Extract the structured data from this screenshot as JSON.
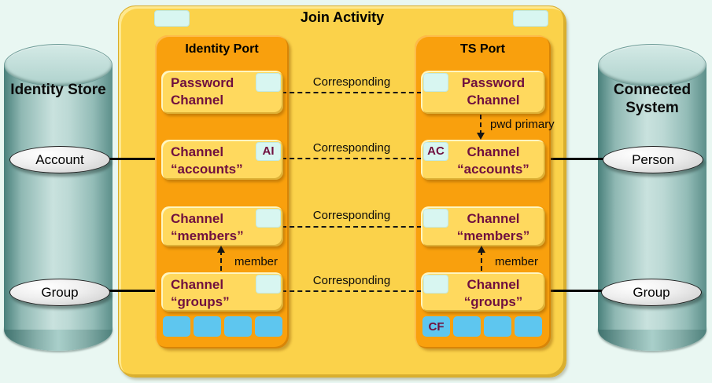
{
  "colors": {
    "background": "#E9F7F2",
    "container_yellow": "#FBD24A",
    "port_orange": "#F9A00D",
    "channel_box_yellow": "#FFD95E",
    "channel_text_maroon": "#70103F",
    "tag_cyan": "#D8F6F1",
    "slot_blue": "#5EC6EF",
    "cylinder_teal": "#9FC5C0",
    "line_black": "#000000"
  },
  "join_activity": {
    "title": "Join Activity"
  },
  "identity_store": {
    "label": "Identity Store",
    "account": "Account",
    "group": "Group"
  },
  "connected_system": {
    "label": "Connected System",
    "person": "Person",
    "group": "Group"
  },
  "identity_port": {
    "title": "Identity Port",
    "channels": [
      {
        "line1": "Password",
        "line2": "Channel",
        "badge": ""
      },
      {
        "line1": "Channel",
        "line2": "“accounts”",
        "badge": "AI"
      },
      {
        "line1": "Channel",
        "line2": "“members”",
        "badge": ""
      },
      {
        "line1": "Channel",
        "line2": "“groups”",
        "badge": ""
      }
    ],
    "slots": [
      "",
      "",
      "",
      ""
    ]
  },
  "ts_port": {
    "title": "TS Port",
    "channels": [
      {
        "line1": "Password",
        "line2": "Channel",
        "badge": ""
      },
      {
        "line1": "Channel",
        "line2": "“accounts”",
        "badge": "AC"
      },
      {
        "line1": "Channel",
        "line2": "“members”",
        "badge": ""
      },
      {
        "line1": "Channel",
        "line2": "“groups”",
        "badge": ""
      }
    ],
    "slots": [
      "CF",
      "",
      "",
      ""
    ]
  },
  "labels": {
    "corresponding": "Corresponding",
    "pwd_primary": "pwd primary",
    "member": "member"
  }
}
